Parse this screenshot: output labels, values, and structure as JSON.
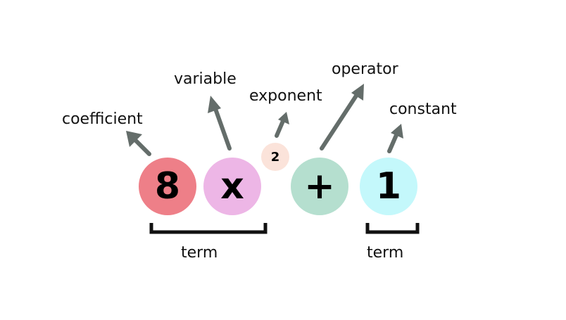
{
  "expression": {
    "coefficient": "8",
    "variable": "x",
    "exponent": "2",
    "operator": "+",
    "constant": "1"
  },
  "labels": {
    "coefficient": "coefficient",
    "variable": "variable",
    "exponent": "exponent",
    "operator": "operator",
    "constant": "constant",
    "term_left": "term",
    "term_right": "term"
  },
  "colors": {
    "coefficient": "#ee7f88",
    "variable": "#edb6e6",
    "exponent": "#fbe3da",
    "operator": "#b5dfcf",
    "constant": "#c4f8fb",
    "arrow": "#646d6a",
    "bracket": "#111111"
  }
}
